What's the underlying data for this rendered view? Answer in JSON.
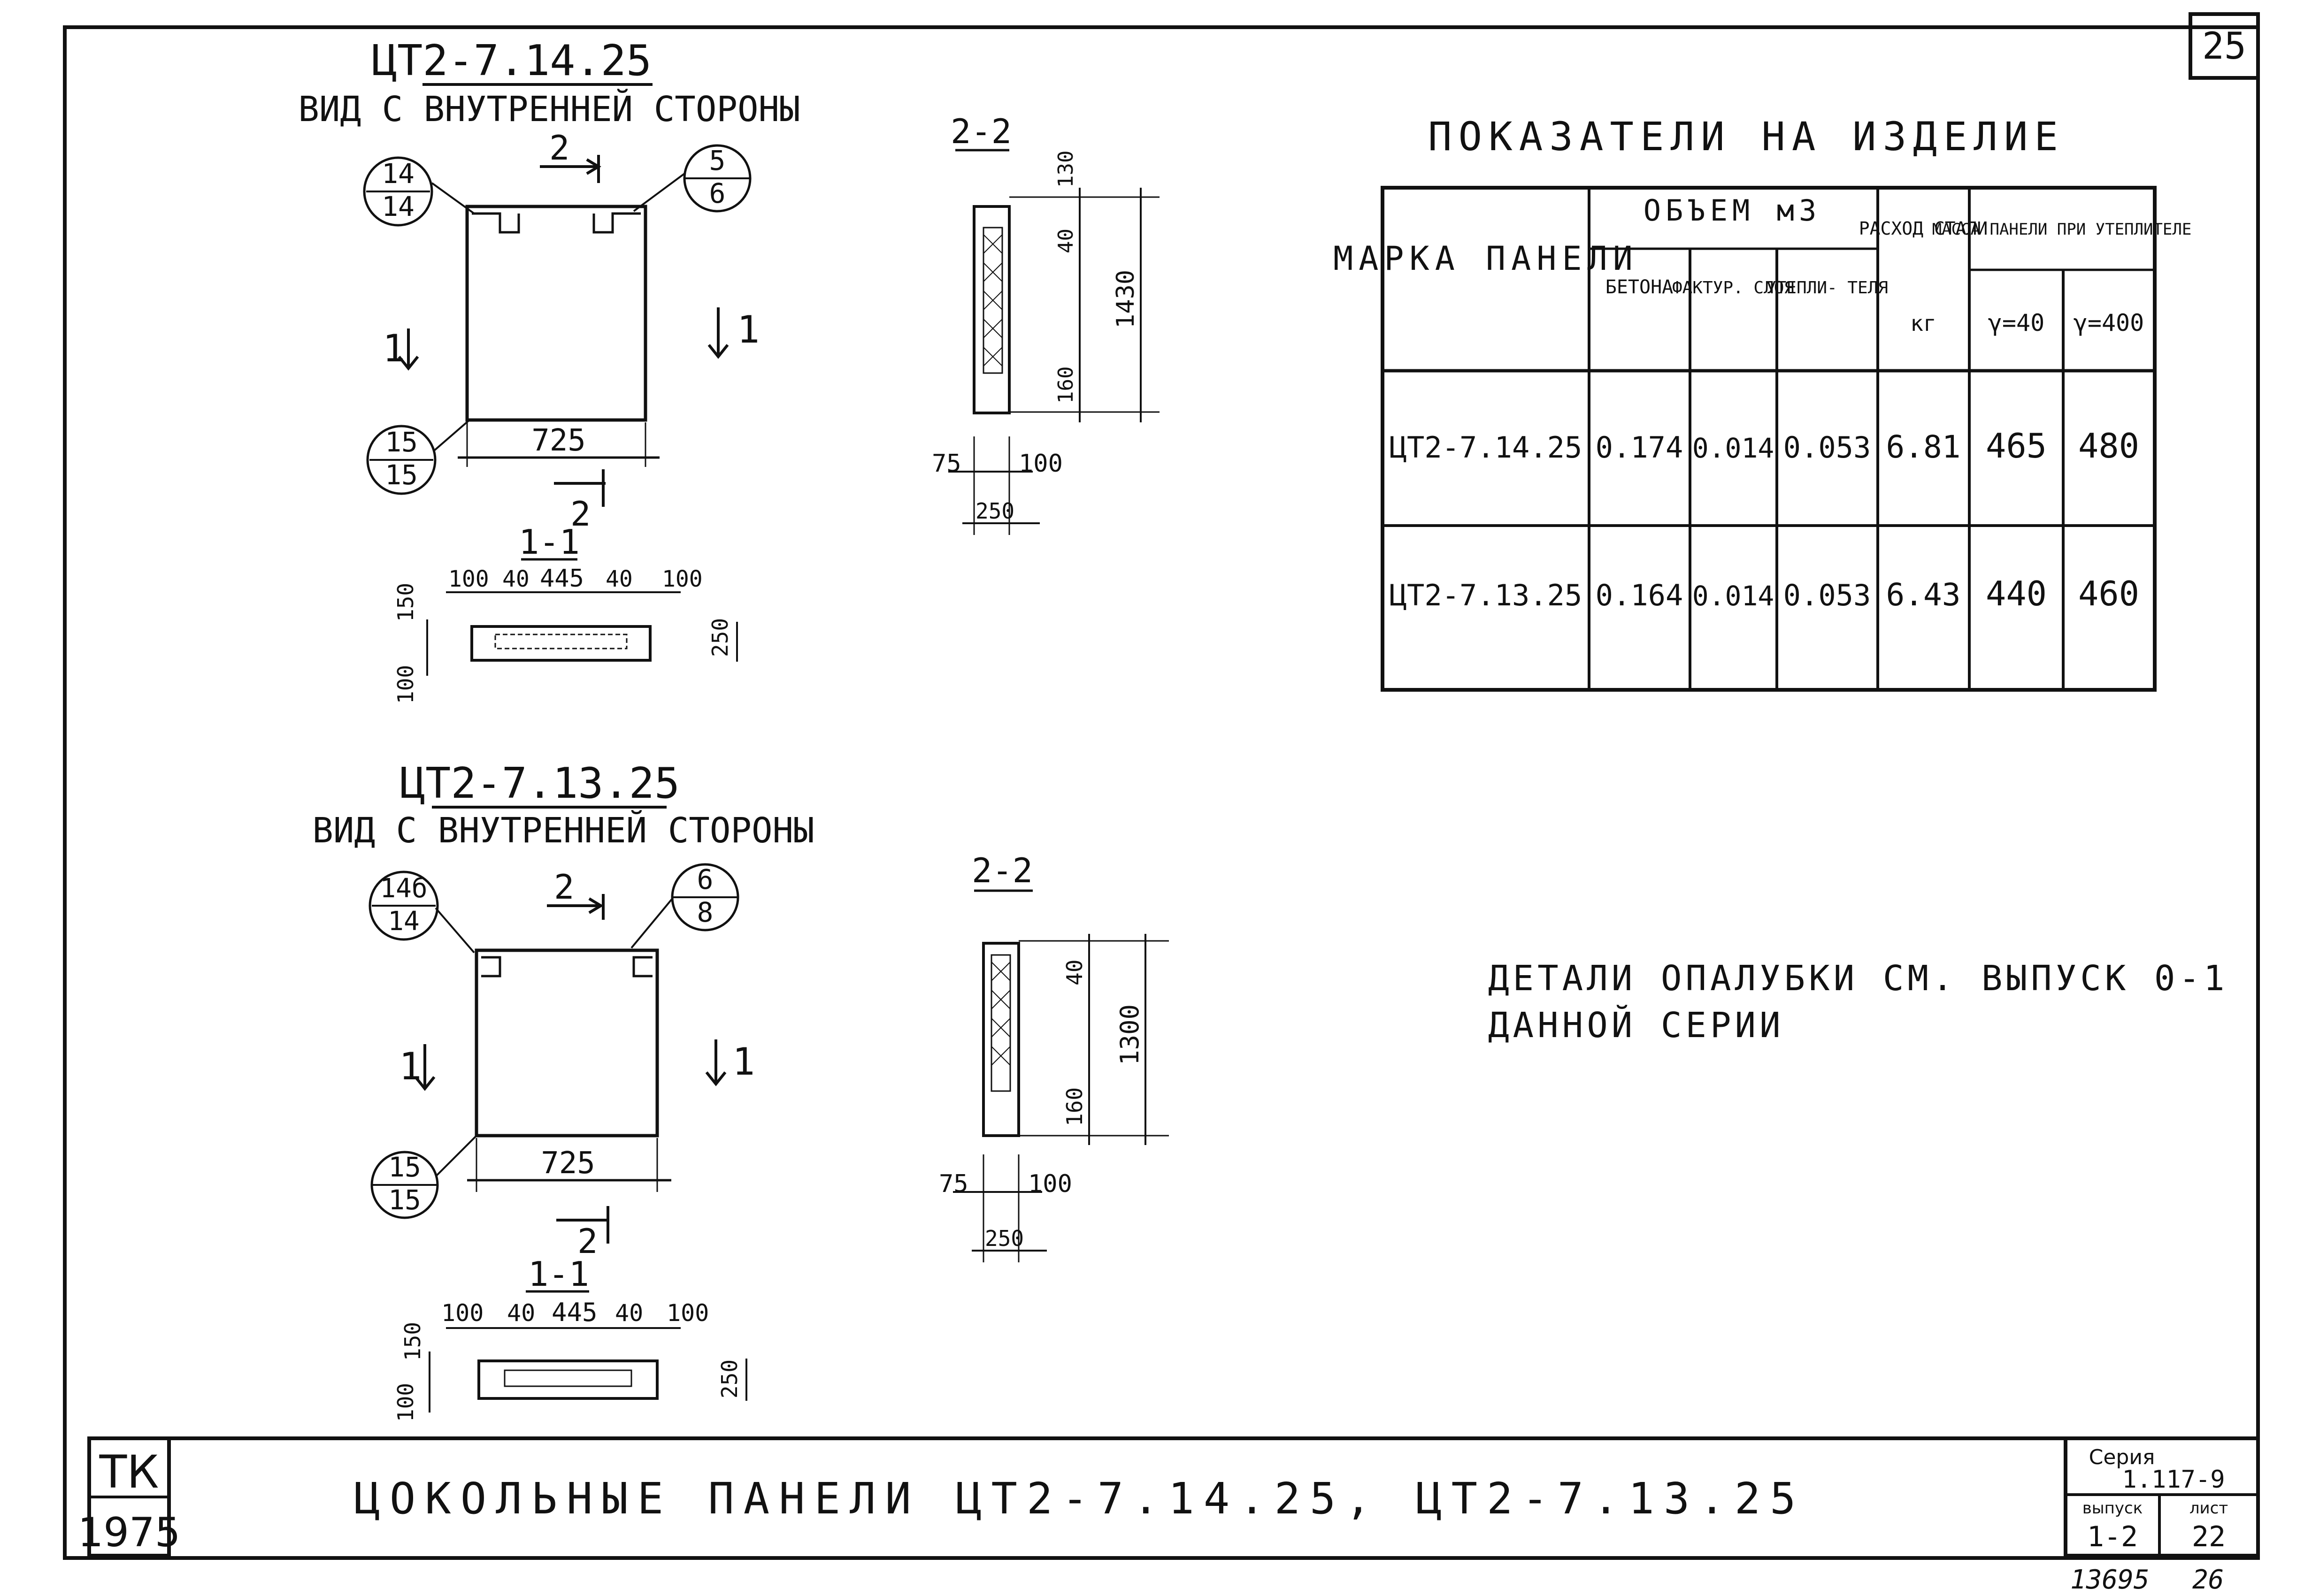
{
  "sheet": {
    "page_number": "25",
    "bottom_left_code": "13695",
    "bottom_right_code": "26"
  },
  "panel_a": {
    "mark": "ЦТ2-7.14.25",
    "view": "ВИД С ВНУТРЕННЕЙ СТОРОНЫ",
    "callout_tl": [
      "14",
      "14"
    ],
    "callout_tr": [
      "5",
      "6"
    ],
    "callout_bl": [
      "15",
      "15"
    ],
    "width": "725",
    "section_1": "1-1",
    "section_2": "2-2",
    "cut_1": "1",
    "cut_2": "2",
    "plan_dims": [
      "100",
      "40",
      "445",
      "40",
      "100"
    ],
    "plan_left": [
      "150",
      "100"
    ],
    "plan_right": "250",
    "side_dims": [
      "130",
      "40",
      "1430",
      "160"
    ],
    "side_bottom": [
      "75",
      "100",
      "250"
    ]
  },
  "panel_b": {
    "mark": "ЦТ2-7.13.25",
    "view": "ВИД С ВНУТРЕННЕЙ СТОРОНЫ",
    "callout_tl": [
      "14б",
      "14"
    ],
    "callout_tr": [
      "6",
      "8"
    ],
    "callout_bl": [
      "15",
      "15"
    ],
    "width": "725",
    "section_1": "1-1",
    "section_2": "2-2",
    "cut_1": "1",
    "cut_2": "2",
    "plan_dims": [
      "100",
      "40",
      "445",
      "40",
      "100"
    ],
    "plan_left": [
      "150",
      "100"
    ],
    "plan_right": "250",
    "side_dims": [
      "40",
      "1300",
      "160"
    ],
    "side_bottom": [
      "75",
      "100",
      "250"
    ]
  },
  "table": {
    "title": "ПОКАЗАТЕЛИ НА ИЗДЕЛИЕ",
    "col_mark": "МАРКА ПАНЕЛИ",
    "col_volume": "ОБЪЕМ м3",
    "col_concrete": "БЕТОНА",
    "col_texture": "ФАКТУР. СЛОЯ",
    "col_insul": "УТЕПЛИ- ТЕЛЯ",
    "col_steel": "РАСХОД СТАЛИ",
    "col_steel_unit": "кг",
    "col_mass": "МАССА ПАНЕЛИ ПРИ УТЕПЛИТЕЛЕ",
    "col_g40": "γ=40",
    "col_g400": "γ=400",
    "rows": [
      {
        "mark": "ЦТ2-7.14.25",
        "concrete": "0.174",
        "texture": "0.014",
        "insul": "0.053",
        "steel": "6.81",
        "m40": "465",
        "m400": "480"
      },
      {
        "mark": "ЦТ2-7.13.25",
        "concrete": "0.164",
        "texture": "0.014",
        "insul": "0.053",
        "steel": "6.43",
        "m40": "440",
        "m400": "460"
      }
    ]
  },
  "note": {
    "line1": "ДЕТАЛИ ОПАЛУБКИ СМ. ВЫПУСК 0-1",
    "line2": "ДАННОЙ СЕРИИ"
  },
  "title_block": {
    "org": "ТК",
    "year": "1975",
    "title": "ЦОКОЛЬНЫЕ ПАНЕЛИ ЦТ2-7.14.25, ЦТ2-7.13.25",
    "series_label": "Серия",
    "series_value": "1.117-9",
    "issue_label": "выпуск",
    "issue_value": "1-2",
    "sheet_label": "лист",
    "sheet_value": "22"
  }
}
